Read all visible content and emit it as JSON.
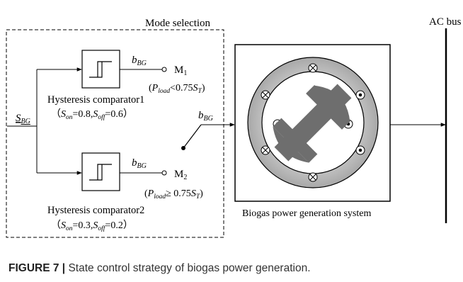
{
  "diagram": {
    "mode_box_title": "Mode selection",
    "ac_bus_label": "AC bus",
    "input_signal": {
      "main": "S",
      "sub": "BG"
    },
    "signal_b": {
      "main": "b",
      "sub": "BG"
    },
    "comparator1": {
      "label": "Hysteresis comparator1",
      "param_open": "（",
      "s_on_main": "S",
      "s_on_sub": "on",
      "s_on_val": "=0.8,",
      "s_off_main": "S",
      "s_off_sub": "off",
      "s_off_val": "=0.6",
      "param_close": "）"
    },
    "comparator2": {
      "label": "Hysteresis comparator2",
      "param_open": "（",
      "s_on_main": "S",
      "s_on_sub": "on",
      "s_on_val": "=0.3,",
      "s_off_main": "S",
      "s_off_sub": "off",
      "s_off_val": "=0.2",
      "param_close": "）"
    },
    "mode1": {
      "main": "M",
      "sub": "1",
      "cond_open": "(",
      "p_main": "P",
      "p_sub": "load",
      "cond_op": "<0.75",
      "st_main": "S",
      "st_sub": "T",
      "cond_close": ")"
    },
    "mode2": {
      "main": "M",
      "sub": "2",
      "cond_open": "(",
      "p_main": "P",
      "p_sub": "load",
      "cond_op": "≥ 0.75",
      "st_main": "S",
      "st_sub": "T",
      "cond_close": ")"
    },
    "system_label": "Biogas power generation system"
  },
  "caption": {
    "figure_label": "FIGURE 7 |",
    "text": " State control strategy of biogas power generation."
  }
}
